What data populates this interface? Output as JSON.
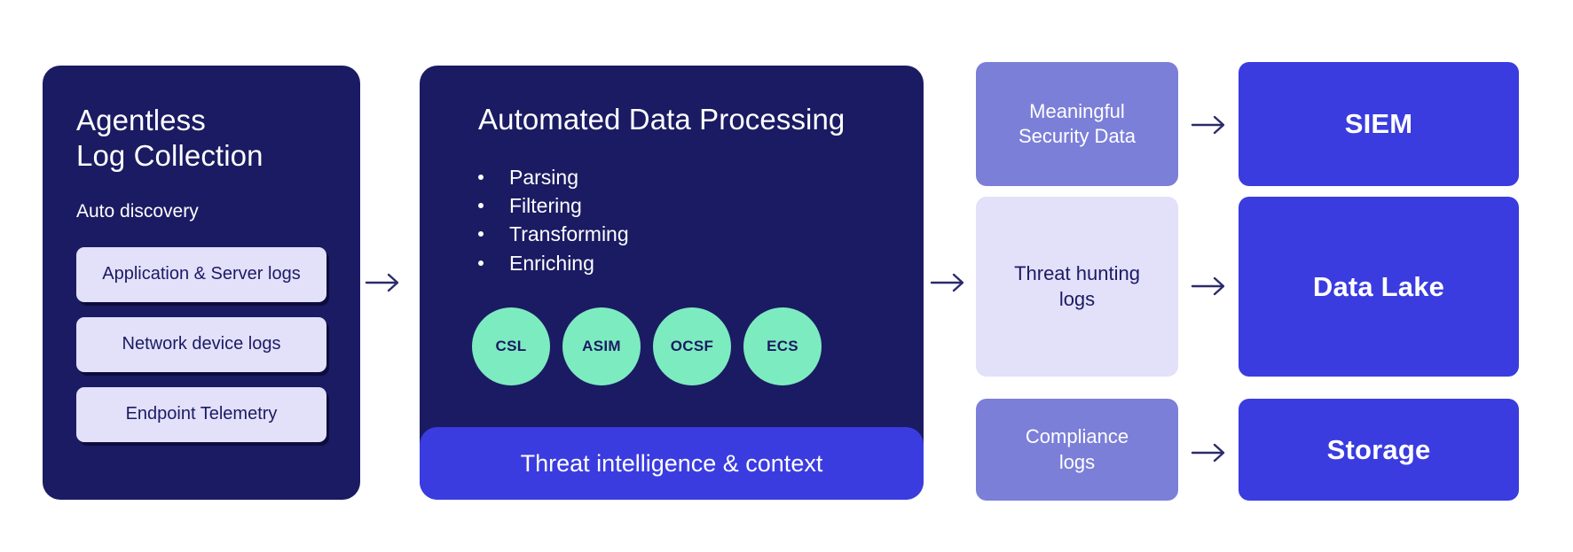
{
  "diagram": {
    "title": "Agentless log collection and automated data processing pipeline",
    "colors": {
      "panel_navy": "#1b1b63",
      "chip_lavender": "#e3e0fa",
      "accent_blue": "#3a3ce0",
      "mint_green": "#7debc0",
      "medium_purple": "#7b7fd8",
      "background": "#ffffff",
      "arrow": "#2b2b6b"
    }
  },
  "collection": {
    "title": "Agentless\nLog Collection",
    "subtitle": "Auto discovery",
    "sources": [
      {
        "label": "Application & Server\nlogs"
      },
      {
        "label": "Network device logs"
      },
      {
        "label": "Endpoint Telemetry"
      }
    ]
  },
  "processing": {
    "title": "Automated Data Processing",
    "steps": [
      {
        "label": "Parsing"
      },
      {
        "label": "Filtering"
      },
      {
        "label": "Transforming"
      },
      {
        "label": "Enriching"
      }
    ],
    "schemas": [
      {
        "label": "CSL"
      },
      {
        "label": "ASIM"
      },
      {
        "label": "OCSF"
      },
      {
        "label": "ECS"
      }
    ],
    "footer": "Threat intelligence & context"
  },
  "outputs": [
    {
      "label": "Meaningful\nSecurity Data",
      "style": "solid"
    },
    {
      "label": "Threat hunting\nlogs",
      "style": "light"
    },
    {
      "label": "Compliance\nlogs",
      "style": "solid"
    }
  ],
  "destinations": [
    {
      "label": "SIEM"
    },
    {
      "label": "Data Lake"
    },
    {
      "label": "Storage"
    }
  ],
  "arrows": {
    "glyph": "arrow-right-icon",
    "count": 5
  }
}
